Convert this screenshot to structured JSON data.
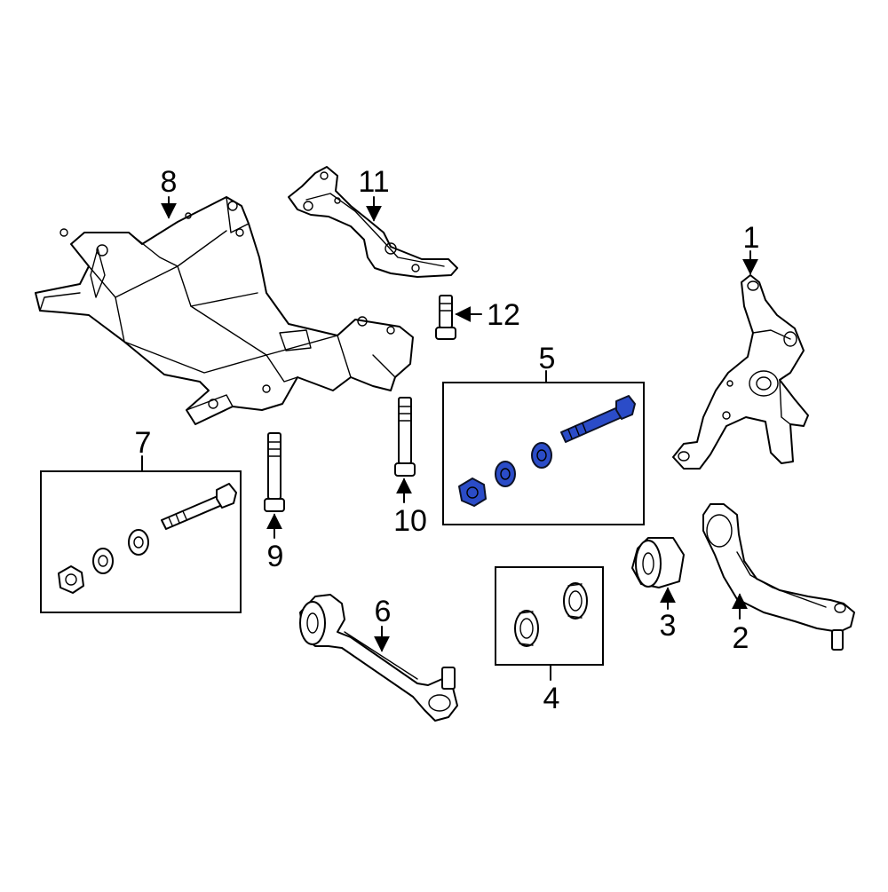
{
  "diagram": {
    "highlight_color": "#2b4cc8",
    "line_color": "#000000",
    "background": "#ffffff",
    "callouts": {
      "c1": "1",
      "c2": "2",
      "c3": "3",
      "c4": "4",
      "c5": "5",
      "c6": "6",
      "c7": "7",
      "c8": "8",
      "c9": "9",
      "c10": "10",
      "c11": "11",
      "c12": "12"
    }
  }
}
